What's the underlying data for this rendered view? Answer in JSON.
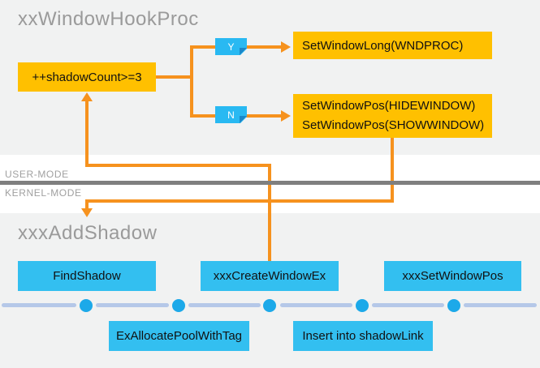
{
  "user_section": {
    "title": "xxWindowHookProc",
    "condition_box": "++shadowCount>=3",
    "yes_label": "Y",
    "no_label": "N",
    "yes_target": "SetWindowLong(WNDPROC)",
    "no_target_line1": "SetWindowPos(HIDEWINDOW)",
    "no_target_line2": "SetWindowPos(SHOWWINDOW)"
  },
  "divider": {
    "user_mode_label": "USER-MODE",
    "kernel_mode_label": "KERNEL-MODE"
  },
  "kernel_section": {
    "title": "xxxAddShadow",
    "top_boxes": [
      "FindShadow",
      "xxxCreateWindowEx",
      "xxxSetWindowPos"
    ],
    "bottom_boxes": [
      "ExAllocatePoolWithTag",
      "Insert into shadowLink"
    ]
  },
  "colors": {
    "amber_box": "#FFC000",
    "orange_connector": "#F6921E",
    "blue_box": "#33BFF0",
    "timeline_node": "#1CA9E9",
    "timeline_bar": "#B5C8E8",
    "section_background": "#F1F2F2",
    "divider_bar": "#7F7F7F",
    "title_gray": "#9A9A9A"
  }
}
